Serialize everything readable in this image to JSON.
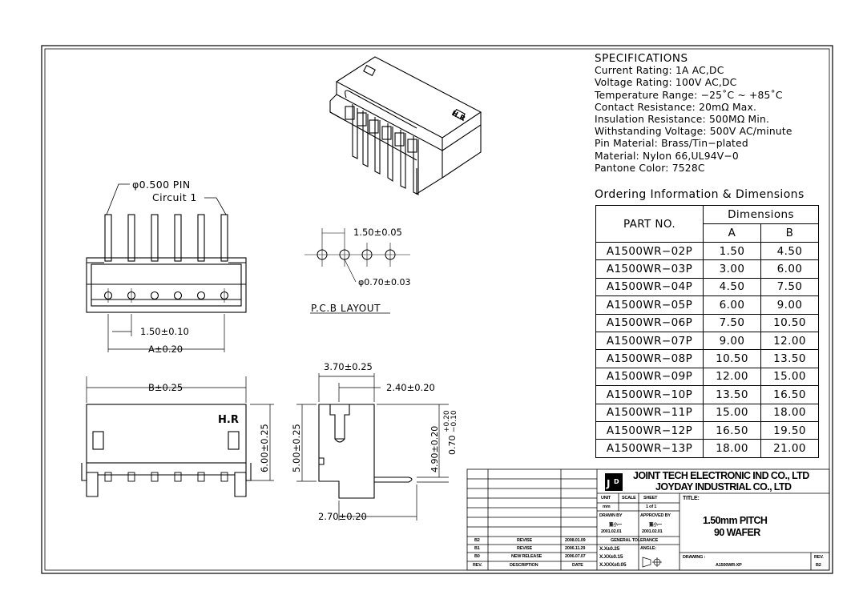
{
  "specifications": {
    "title": "SPECIFICATIONS",
    "lines": [
      "Current  Rating:  1A  AC,DC",
      "Voltage  Rating:  100V  AC,DC",
      "Temperature  Range:  −25˚C  ~  +85˚C",
      "Contact  Resistance:  20mΩ  Max.",
      "Insulation  Resistance:  500MΩ  Min.",
      "Withstanding  Voltage:  500V  AC/minute",
      "Pin  Material:  Brass/Tin−plated",
      "Material:  Nylon  66,UL94V−0",
      "Pantone  Color:  7528C"
    ]
  },
  "ordering": {
    "title": "Ordering  Information  &  Dimensions",
    "header_part": "PART  NO.",
    "header_dims": "Dimensions",
    "header_a": "A",
    "header_b": "B",
    "rows": [
      {
        "part": "A1500WR−02P",
        "a": "1.50",
        "b": "4.50"
      },
      {
        "part": "A1500WR−03P",
        "a": "3.00",
        "b": "6.00"
      },
      {
        "part": "A1500WR−04P",
        "a": "4.50",
        "b": "7.50"
      },
      {
        "part": "A1500WR−05P",
        "a": "6.00",
        "b": "9.00"
      },
      {
        "part": "A1500WR−06P",
        "a": "7.50",
        "b": "10.50"
      },
      {
        "part": "A1500WR−07P",
        "a": "9.00",
        "b": "12.00"
      },
      {
        "part": "A1500WR−08P",
        "a": "10.50",
        "b": "13.50"
      },
      {
        "part": "A1500WR−09P",
        "a": "12.00",
        "b": "15.00"
      },
      {
        "part": "A1500WR−10P",
        "a": "13.50",
        "b": "16.50"
      },
      {
        "part": "A1500WR−11P",
        "a": "15.00",
        "b": "18.00"
      },
      {
        "part": "A1500WR−12P",
        "a": "16.50",
        "b": "19.50"
      },
      {
        "part": "A1500WR−13P",
        "a": "18.00",
        "b": "21.00"
      }
    ]
  },
  "drawing": {
    "pin_dia": "φ0.500  PIN",
    "circuit": "Circuit  1",
    "pitch_top": "1.50±0.10",
    "dim_a": "A±0.20",
    "pcb_pitch": "1.50±0.05",
    "pcb_hole": "φ0.70±0.03",
    "pcb_label": "P.C.B  LAYOUT",
    "dim_b": "B±0.25",
    "front_mark": "H.R",
    "iso_mark": "H.R",
    "height_front": "6.00±0.25",
    "side_width": "3.70±0.25",
    "side_inner": "2.40±0.20",
    "side_height": "5.00±0.25",
    "side_pin_height": "4.90±0.20",
    "side_standoff": "0.70",
    "side_standoff_tol_plus": "+0.20",
    "side_standoff_tol_minus": "−0.10",
    "side_bottom": "2.70±0.20"
  },
  "title_block": {
    "company1": "JOINT  TECH  ELECTRONIC  IND  CO.,  LTD",
    "company2": "JOYDAY  INDUSTRIAL  CO.,  LTD",
    "unit_label": "UNIT",
    "unit_value": "mm",
    "scale_label": "SCALE",
    "sheet_label": "SHEET",
    "sheet_value": "1 of 1",
    "title_label": "TITLE:",
    "title_line1": "1.50mm PITCH",
    "title_line2": "90 WAFER",
    "drawn_by_label": "DRAWN BY",
    "approved_by_label": "APPROVED BY",
    "drawn_name": "董小一",
    "approved_name": "董小一",
    "drawn_date": "2001.02.01",
    "approved_date": "2001.02.01",
    "tolerance_label": "GENERAL  TOLERANCE",
    "angle_label": "ANGLE:",
    "tol1": "X.X±0.25",
    "tol2": "X.XX±0.15",
    "tol3": "X.XXX±0.05",
    "drawing_no_label": "DRAWING :",
    "drawing_no": "A1500WR-XP",
    "rev_label": "REV.",
    "rev_value": "B2",
    "revisions": [
      {
        "rev": "B2",
        "desc": "REVISE",
        "date": "2008.01.09"
      },
      {
        "rev": "B1",
        "desc": "REVISE",
        "date": "2006.11.29"
      },
      {
        "rev": "B0",
        "desc": "NEW RELEASE",
        "date": "2006.07.07"
      }
    ],
    "rev_head": "REV.",
    "desc_head": "DESCRIPTION",
    "date_head": "DATE"
  }
}
